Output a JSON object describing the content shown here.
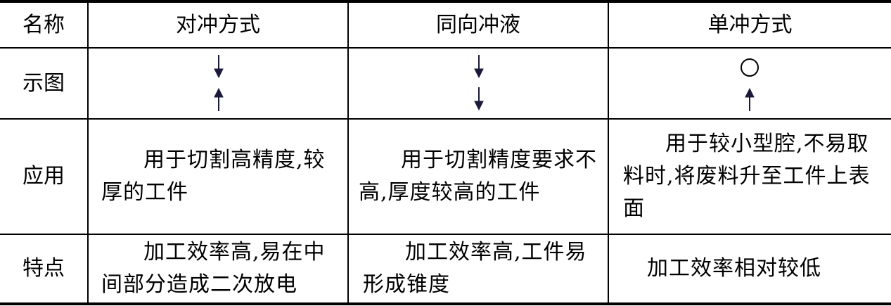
{
  "table": {
    "headers": [
      "名称",
      "对冲方式",
      "同向冲液",
      "单冲方式"
    ],
    "rows": [
      {
        "label": "示图",
        "cells": [
          "",
          "",
          ""
        ]
      },
      {
        "label": "应用",
        "cells": [
          "用于切割高精度,较厚的工件",
          "用于切割精度要求不高,厚度较高的工件",
          "用于较小型腔,不易取料时,将废料升至工件上表面"
        ]
      },
      {
        "label": "特点",
        "cells": [
          "加工效率高,易在中间部分造成二次放电",
          "加工效率高,工件易形成锥度",
          "加工效率相对较低"
        ]
      }
    ]
  },
  "diagram_icons": {
    "opposed": [
      "arrow-down-icon",
      "arrow-up-icon"
    ],
    "same_direction": [
      "arrow-down-icon",
      "arrow-down-icon"
    ],
    "single": [
      "circle-icon",
      "arrow-up-icon"
    ]
  },
  "colors": {
    "border": "#000000",
    "arrow": "#1a1a3a"
  }
}
